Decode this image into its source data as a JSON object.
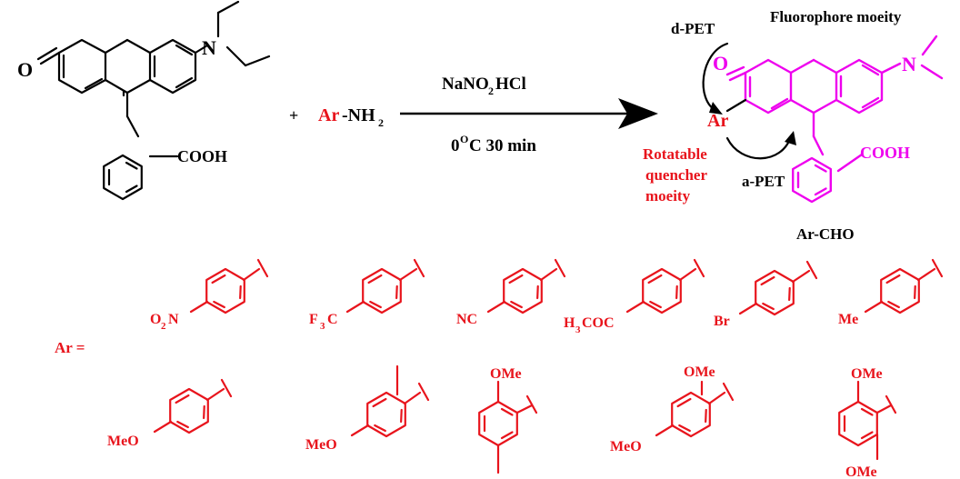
{
  "colors": {
    "text": "#000000",
    "aryl": "#e8141c",
    "fluorophore": "#ee00ee",
    "background": "#ffffff"
  },
  "reaction": {
    "plus": "+",
    "amine_ar": "Ar",
    "amine_rest": "-NH",
    "amine_sub": "2",
    "reagent_main": "NaNO",
    "reagent_sub": "2",
    "reagent_acid": " HCl",
    "condition_deg": "0",
    "condition_o": "O",
    "condition_rest": "C 30 min"
  },
  "reactant": {
    "oxo": "O",
    "amine_n": "N",
    "acid": "COOH"
  },
  "product": {
    "title": "Fluorophore moeity",
    "dpet": "d-PET",
    "apet": "a-PET",
    "ar": "Ar",
    "oxo": "O",
    "amine_n": "N",
    "acid": "COOH",
    "quencher": [
      "Rotatable",
      "quencher",
      "moeity"
    ],
    "name": "Ar-CHO"
  },
  "ar_list": {
    "label": "Ar =",
    "nitro": {
      "o": "O",
      "sub": "2",
      "n": "N"
    },
    "cf3": {
      "f": "F",
      "sub": "3",
      "c": "C"
    },
    "cyano": "NC",
    "acetyl": {
      "h": "H",
      "sub": "3",
      "rest": "COC"
    },
    "bromo": "Br",
    "methyl": "Me",
    "meo": "MeO",
    "ome": "OMe"
  }
}
